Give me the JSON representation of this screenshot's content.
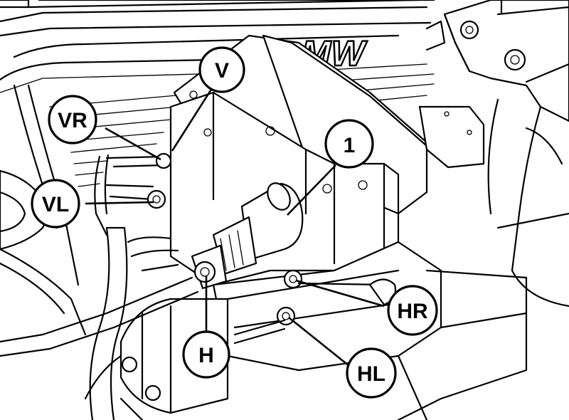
{
  "figure": {
    "logo_text": "MW",
    "callouts": [
      {
        "id": "V",
        "text": "V"
      },
      {
        "id": "VR",
        "text": "VR"
      },
      {
        "id": "VL",
        "text": "VL"
      },
      {
        "id": "1",
        "text": "1"
      },
      {
        "id": "H",
        "text": "H"
      },
      {
        "id": "HR",
        "text": "HR"
      },
      {
        "id": "HL",
        "text": "HL"
      }
    ]
  }
}
